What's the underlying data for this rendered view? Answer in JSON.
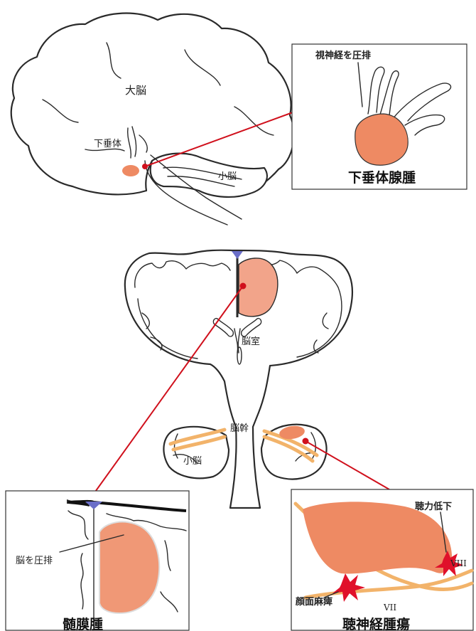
{
  "colors": {
    "tumor": "#ee8a63",
    "tumor_light": "#f2a48a",
    "leader": "#d0101c",
    "nerve": "#f2b36a",
    "sinus": "#6a6ec8",
    "outline": "#2a2a2a"
  },
  "icons": {
    "star": "red-burst-icon"
  },
  "sagittal": {
    "cerebrum": "大脳",
    "pituitary": "下垂体",
    "cerebellum": "小脳"
  },
  "pituitary_inset": {
    "compress_label": "視神経を圧排",
    "title": "下垂体腺腫"
  },
  "coronal": {
    "ventricle": "脳室",
    "brainstem": "脳幹",
    "cerebellum": "小脳"
  },
  "meningioma_inset": {
    "compress_label": "脳を圧排",
    "title": "髄膜腫"
  },
  "acoustic_inset": {
    "hearing_loss": "聴力低下",
    "facial_palsy": "顔面麻痺",
    "nerve_viii": "VIII",
    "nerve_vii": "VII",
    "title": "聴神経腫瘍"
  }
}
